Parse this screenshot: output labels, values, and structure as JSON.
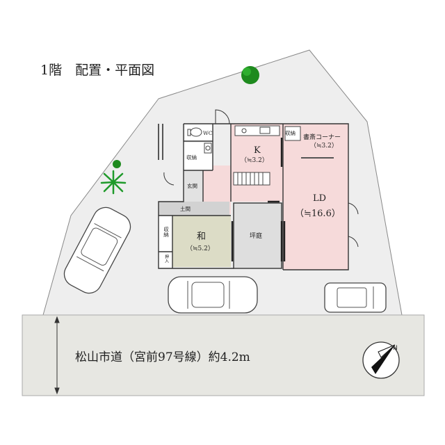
{
  "title": "1階　配置・平面図",
  "rooms": {
    "kitchen": {
      "name": "K",
      "area": "（≒3.2）"
    },
    "study": {
      "name": "書斎コーナー",
      "area": "（≒3.2）"
    },
    "ld": {
      "name": "LD",
      "area": "（≒16.6）"
    },
    "washitsu": {
      "name": "和",
      "area": "（≒5.2）"
    },
    "tsuboniwa": {
      "name": "坪庭"
    },
    "genkan": {
      "name": "玄関"
    },
    "wc": {
      "name": "WC"
    },
    "storage_wc": {
      "name": "収納"
    },
    "storage_k": {
      "name": "収納"
    },
    "storage_wa": {
      "name": "収納"
    },
    "doma": {
      "name": "土間"
    },
    "oshi": {
      "name": "押入"
    }
  },
  "road": {
    "label": "松山市道（宮前97号線）約4.2m"
  },
  "compass": {
    "north_label": "N"
  },
  "colors": {
    "lot": "#eeeeee",
    "pink": "#f6dada",
    "olive": "#dcdcc6",
    "road": "#e7e7e2",
    "wall": "#333333"
  }
}
